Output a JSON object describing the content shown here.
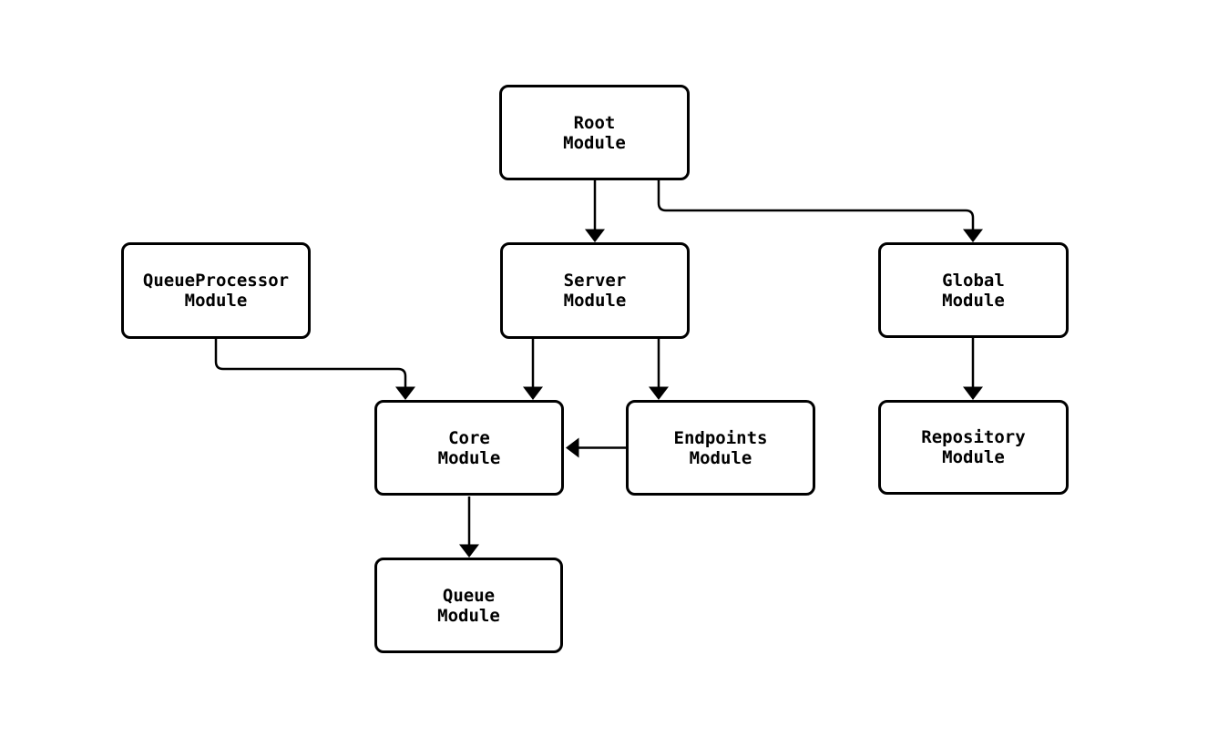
{
  "diagram": {
    "type": "flowchart",
    "direction": "top-down",
    "colors": {
      "background": "#ffffff",
      "node_fill": "#ffffff",
      "node_border": "#000000",
      "edge": "#000000",
      "text": "#000000"
    },
    "nodes": {
      "root": {
        "label": "Root\nModule"
      },
      "queue_processor": {
        "label": "QueueProcessor\nModule"
      },
      "server": {
        "label": "Server\nModule"
      },
      "global": {
        "label": "Global\nModule"
      },
      "core": {
        "label": "Core\nModule"
      },
      "endpoints": {
        "label": "Endpoints\nModule"
      },
      "repository": {
        "label": "Repository\nModule"
      },
      "queue": {
        "label": "Queue\nModule"
      }
    },
    "edges": [
      {
        "from": "Root Module",
        "to": "Server Module"
      },
      {
        "from": "Root Module",
        "to": "Global Module"
      },
      {
        "from": "QueueProcessor Module",
        "to": "Core Module"
      },
      {
        "from": "Server Module",
        "to": "Core Module"
      },
      {
        "from": "Server Module",
        "to": "Endpoints Module"
      },
      {
        "from": "Endpoints Module",
        "to": "Core Module"
      },
      {
        "from": "Global Module",
        "to": "Repository Module"
      },
      {
        "from": "Core Module",
        "to": "Queue Module"
      }
    ]
  }
}
